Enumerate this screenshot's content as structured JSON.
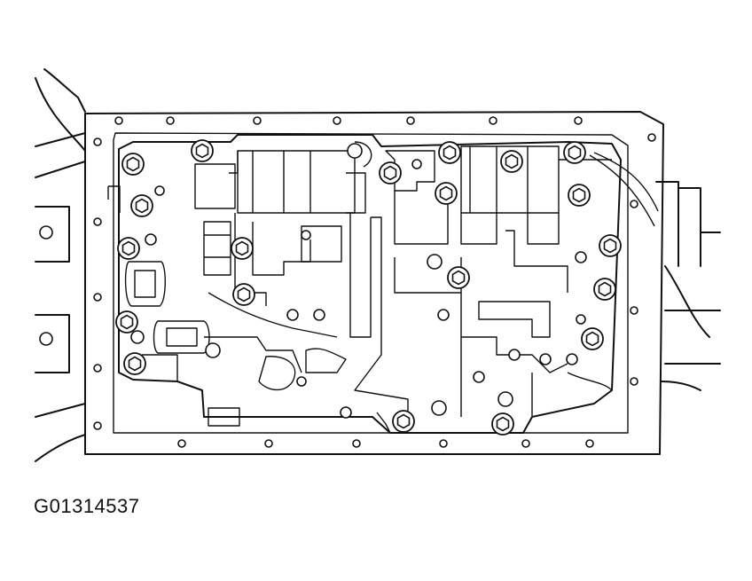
{
  "figure": {
    "reference_code": "G01314537"
  },
  "components": {
    "casing": "transmission-case",
    "oil_pan_flange": "oil-pan-gasket-surface",
    "valve_body": "valve-body-assembly",
    "bolts": "valve-body-bolt-icon",
    "holes": "flange-bolt-hole-icon"
  }
}
